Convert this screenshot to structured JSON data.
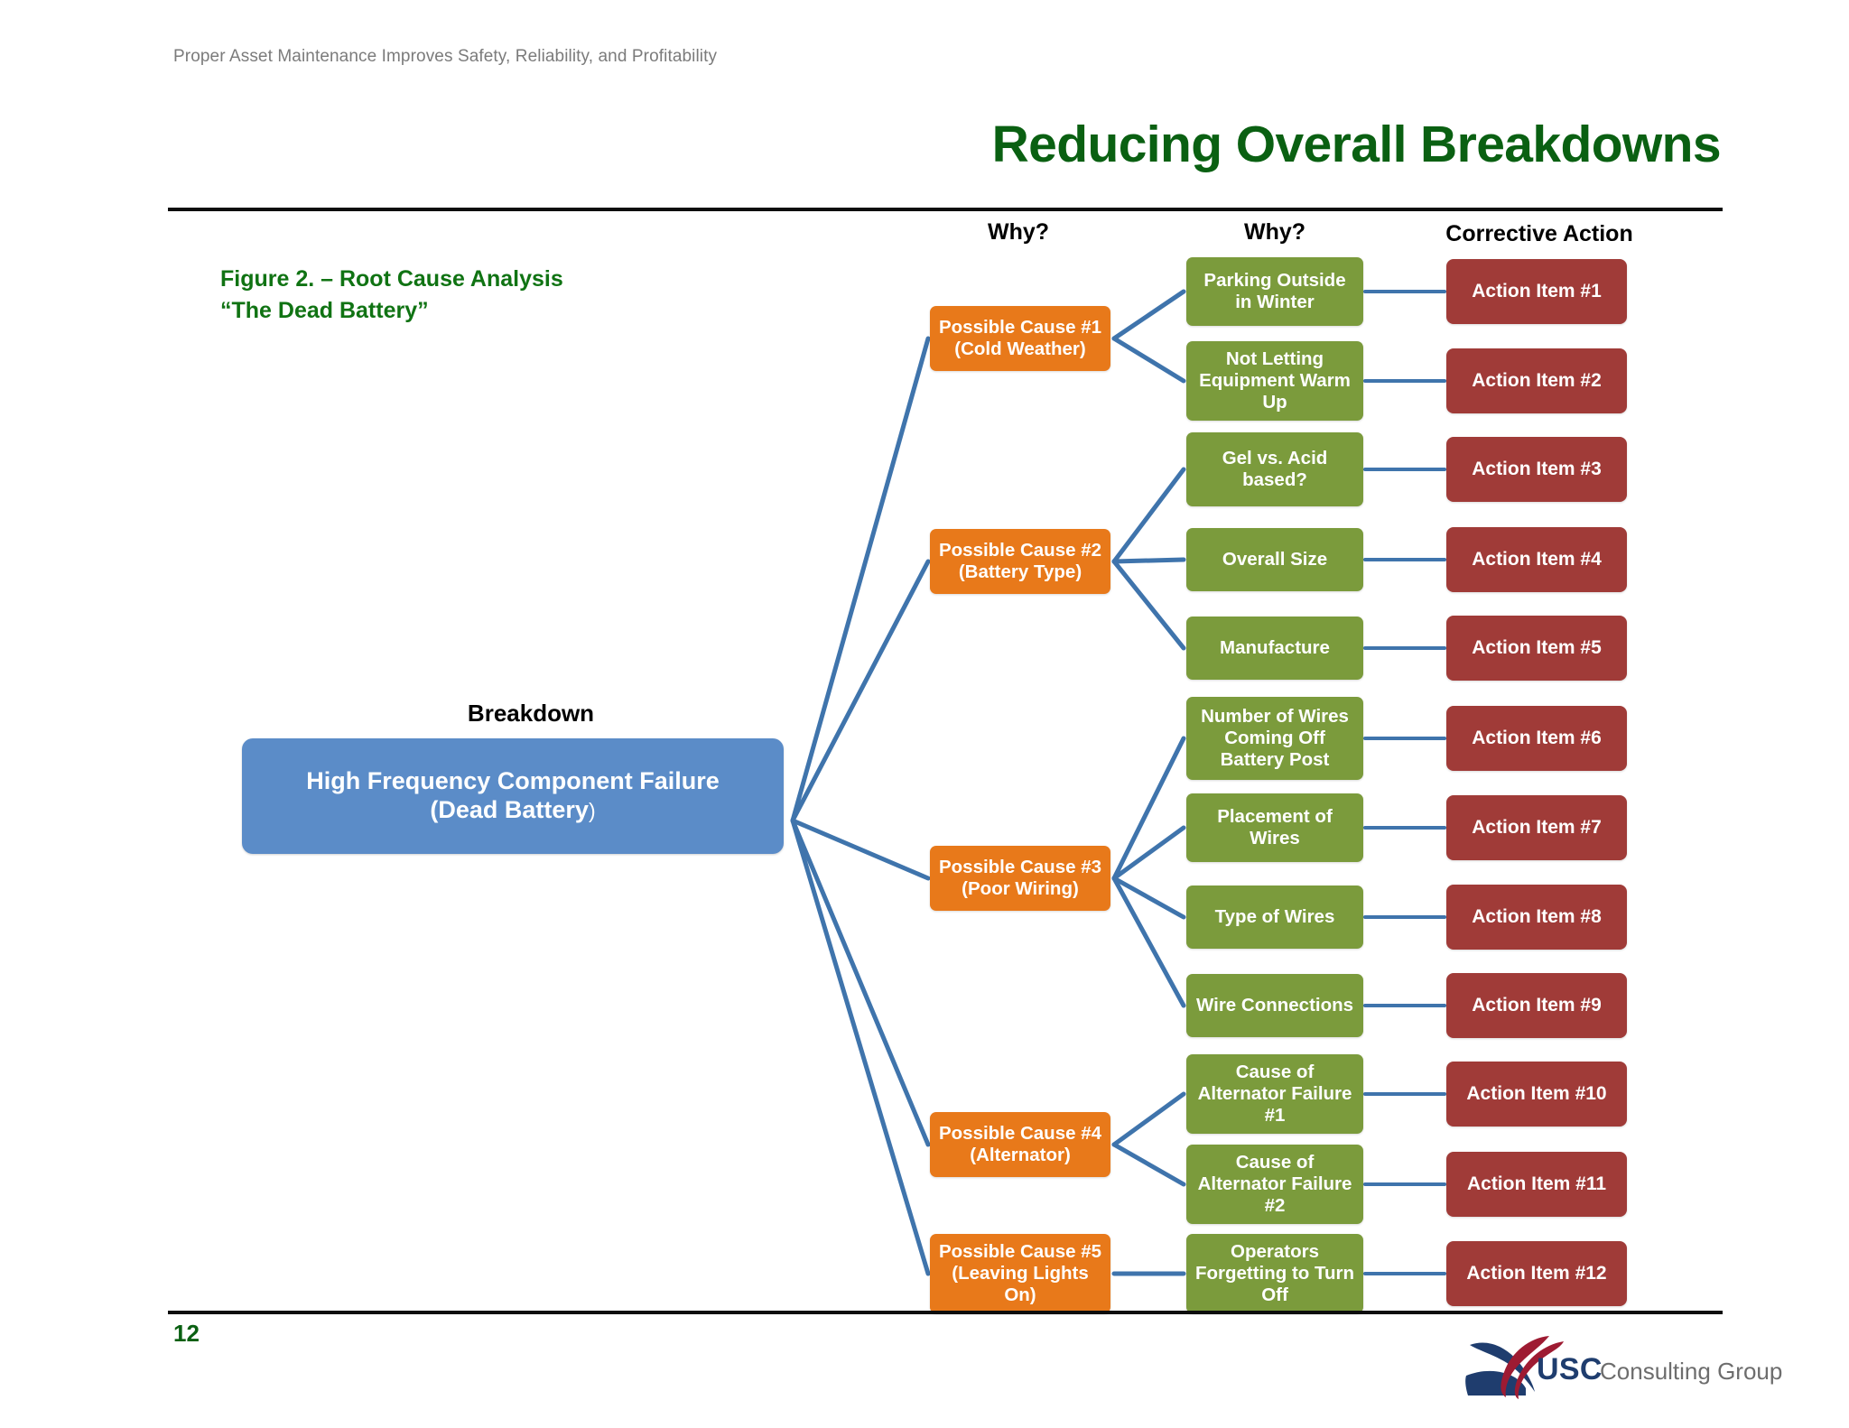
{
  "header": {
    "kicker": "Proper Asset Maintenance Improves  Safety, Reliability, and Profitability",
    "title": "Reducing Overall Breakdowns"
  },
  "footer": {
    "page_number": "12",
    "logo_primary": "USC",
    "logo_secondary": "Consulting Group"
  },
  "figure": {
    "caption_line1": "Figure 2. – Root Cause Analysis",
    "caption_line2": "“The Dead Battery”"
  },
  "columns": {
    "breakdown": "Breakdown",
    "why1": "Why?",
    "why2": "Why?",
    "corrective": "Corrective Action"
  },
  "root": {
    "line1": "High Frequency Component Failure",
    "line2": "(Dead Battery",
    "line2_tail": ")"
  },
  "colors": {
    "root": "#5b8cc8",
    "cause": "#e8791a",
    "why": "#7b9b3c",
    "action": "#a03b38",
    "connector": "#3f74ac",
    "title_green": "#0a6012",
    "caption_green": "#107313"
  },
  "causes": [
    {
      "id": "cause-1",
      "title": "Possible Cause #1",
      "subtitle": "(Cold Weather)",
      "whys": [
        {
          "label": "Parking Outside in Winter",
          "action": "Action Item #1"
        },
        {
          "label": "Not Letting Equipment Warm Up",
          "action": "Action Item #2"
        }
      ]
    },
    {
      "id": "cause-2",
      "title": "Possible Cause #2",
      "subtitle": "(Battery Type)",
      "whys": [
        {
          "label": "Gel vs. Acid based?",
          "action": "Action Item #3"
        },
        {
          "label": "Overall Size",
          "action": "Action Item #4"
        },
        {
          "label": "Manufacture",
          "action": "Action Item #5"
        }
      ]
    },
    {
      "id": "cause-3",
      "title": "Possible Cause #3",
      "subtitle": "(Poor Wiring)",
      "whys": [
        {
          "label": "Number of Wires Coming Off Battery Post",
          "action": "Action Item #6"
        },
        {
          "label": "Placement of Wires",
          "action": "Action Item #7"
        },
        {
          "label": "Type of Wires",
          "action": "Action Item #8"
        },
        {
          "label": "Wire Connections",
          "action": "Action Item #9"
        }
      ]
    },
    {
      "id": "cause-4",
      "title": "Possible Cause #4",
      "subtitle": "(Alternator)",
      "whys": [
        {
          "label": "Cause of Alternator Failure #1",
          "action": "Action Item #10"
        },
        {
          "label": "Cause of Alternator Failure #2",
          "action": "Action Item #11"
        }
      ]
    },
    {
      "id": "cause-5",
      "title": "Possible Cause #5",
      "subtitle": "(Leaving Lights On)",
      "whys": [
        {
          "label": "Operators Forgetting to Turn Off",
          "action": "Action Item #12"
        }
      ]
    }
  ]
}
